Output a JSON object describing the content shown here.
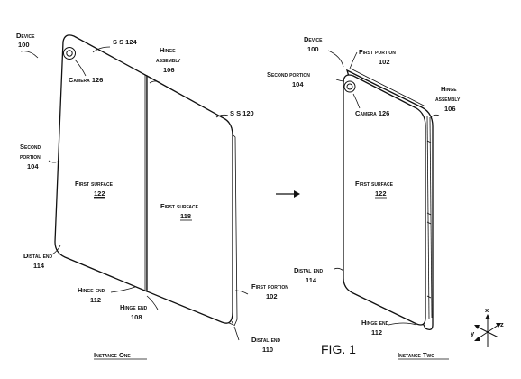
{
  "figure": {
    "title": "FIG. 1",
    "instance_one": {
      "caption": "Instance One",
      "labels": {
        "device_name": "Device",
        "device_num": "100",
        "ss124": "S S 124",
        "hinge_name_1": "Hinge",
        "hinge_name_2": "assembly",
        "hinge_num": "106",
        "camera": "Camera 126",
        "ss120": "S S 120",
        "second_portion_1": "Second",
        "second_portion_2": "portion",
        "second_portion_num": "104",
        "first_surface_a": "First surface",
        "first_surface_a_num": "122",
        "first_surface_b": "First surface",
        "first_surface_b_num": "118",
        "distal_end_1": "Distal end",
        "distal_end_1_num": "114",
        "hinge_end_1": "Hinge end",
        "hinge_end_1_num": "112",
        "hinge_end_2": "Hinge end",
        "hinge_end_2_num": "108",
        "first_portion": "First portion",
        "first_portion_num": "102",
        "distal_end_2": "Distal end",
        "distal_end_2_num": "110"
      }
    },
    "instance_two": {
      "caption": "Instance Two",
      "labels": {
        "device_name": "Device",
        "device_num": "100",
        "first_portion": "First portion",
        "first_portion_num": "102",
        "second_portion": "Second portion",
        "second_portion_num": "104",
        "hinge_name_1": "Hinge",
        "hinge_name_2": "assembly",
        "hinge_num": "106",
        "camera": "Camera 126",
        "first_surface": "First surface",
        "first_surface_num": "122",
        "distal_end": "Distal end",
        "distal_end_num": "114",
        "hinge_end": "Hinge end",
        "hinge_end_num": "112"
      }
    },
    "axes": {
      "x": "x",
      "y": "y",
      "z": "z"
    }
  }
}
